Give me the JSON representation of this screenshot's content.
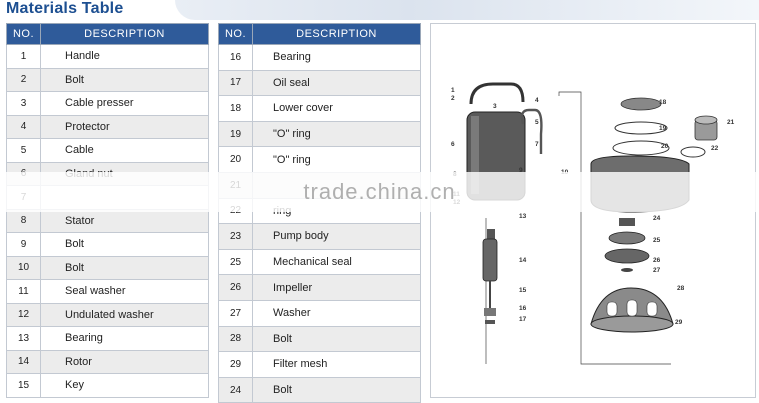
{
  "title": "Materials Table",
  "headers": {
    "no": "NO.",
    "description": "DESCRIPTION"
  },
  "table_left": [
    {
      "no": "1",
      "desc": "Handle"
    },
    {
      "no": "2",
      "desc": "Bolt"
    },
    {
      "no": "3",
      "desc": "Cable presser"
    },
    {
      "no": "4",
      "desc": "Protector"
    },
    {
      "no": "5",
      "desc": "Cable"
    },
    {
      "no": "6",
      "desc": "Gland nut"
    },
    {
      "no": "7",
      "desc": ""
    },
    {
      "no": "8",
      "desc": "Stator"
    },
    {
      "no": "9",
      "desc": "Bolt"
    },
    {
      "no": "10",
      "desc": "Bolt"
    },
    {
      "no": "11",
      "desc": "Seal washer"
    },
    {
      "no": "12",
      "desc": "Undulated washer"
    },
    {
      "no": "13",
      "desc": "Bearing"
    },
    {
      "no": "14",
      "desc": "Rotor"
    },
    {
      "no": "15",
      "desc": "Key"
    }
  ],
  "table_right": [
    {
      "no": "16",
      "desc": "Bearing"
    },
    {
      "no": "17",
      "desc": "Oil seal"
    },
    {
      "no": "18",
      "desc": "Lower cover"
    },
    {
      "no": "19",
      "desc": "\"O\" ring"
    },
    {
      "no": "20",
      "desc": "\"O\" ring"
    },
    {
      "no": "21",
      "desc": ""
    },
    {
      "no": "22",
      "desc": "ring"
    },
    {
      "no": "23",
      "desc": "Pump body"
    },
    {
      "no": "25",
      "desc": "Mechanical seal"
    },
    {
      "no": "26",
      "desc": "Impeller"
    },
    {
      "no": "27",
      "desc": "Washer"
    },
    {
      "no": "28",
      "desc": "Bolt"
    },
    {
      "no": "29",
      "desc": "Filter mesh"
    },
    {
      "no": "24",
      "desc": "Bolt"
    }
  ],
  "diagram_callouts": [
    "1",
    "2",
    "3",
    "4",
    "5",
    "6",
    "7",
    "8",
    "9",
    "10",
    "11",
    "12",
    "13",
    "14",
    "15",
    "16",
    "17",
    "18",
    "19",
    "20",
    "21",
    "22",
    "24",
    "25",
    "26",
    "27",
    "28",
    "29"
  ],
  "watermark": "trade.china.cn",
  "colors": {
    "header_bg": "#2f5b9a",
    "title": "#1d4f91",
    "row_alt": "#ececec"
  }
}
